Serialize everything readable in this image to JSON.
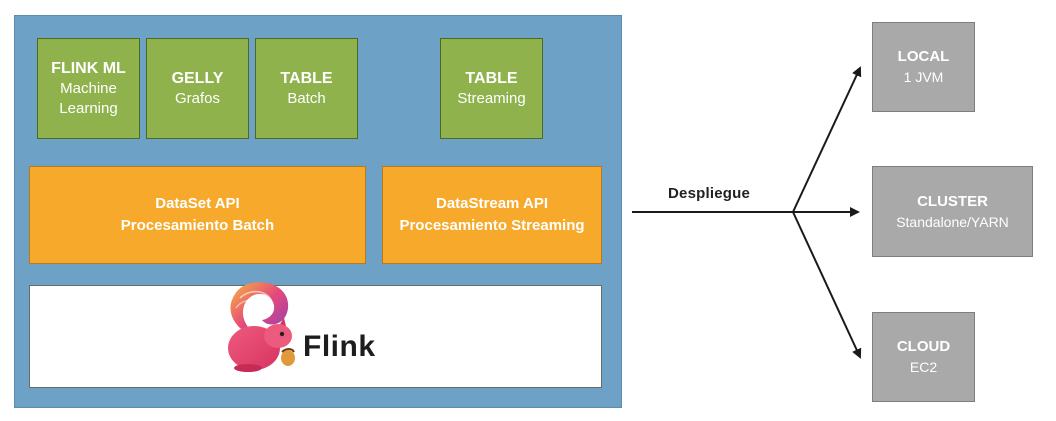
{
  "libraries": [
    {
      "title": "FLINK ML",
      "subtitle": "Machine Learning"
    },
    {
      "title": "GELLY",
      "subtitle": "Grafos"
    },
    {
      "title": "TABLE",
      "subtitle": "Batch"
    },
    {
      "title": "TABLE",
      "subtitle": "Streaming"
    }
  ],
  "apis": [
    {
      "title": "DataSet API",
      "subtitle": "Procesamiento Batch"
    },
    {
      "title": "DataStream API",
      "subtitle": "Procesamiento Streaming"
    }
  ],
  "core": {
    "logo_text": "Flink"
  },
  "deployment": {
    "label": "Despliegue",
    "targets": [
      {
        "title": "LOCAL",
        "subtitle": "1 JVM"
      },
      {
        "title": "CLUSTER",
        "subtitle": "Standalone/YARN"
      },
      {
        "title": "CLOUD",
        "subtitle": "EC2"
      }
    ]
  },
  "colors": {
    "stack_bg": "#6da2c6",
    "library_green": "#8fb24d",
    "api_orange": "#f7a92b",
    "target_gray": "#a9a9a9"
  }
}
